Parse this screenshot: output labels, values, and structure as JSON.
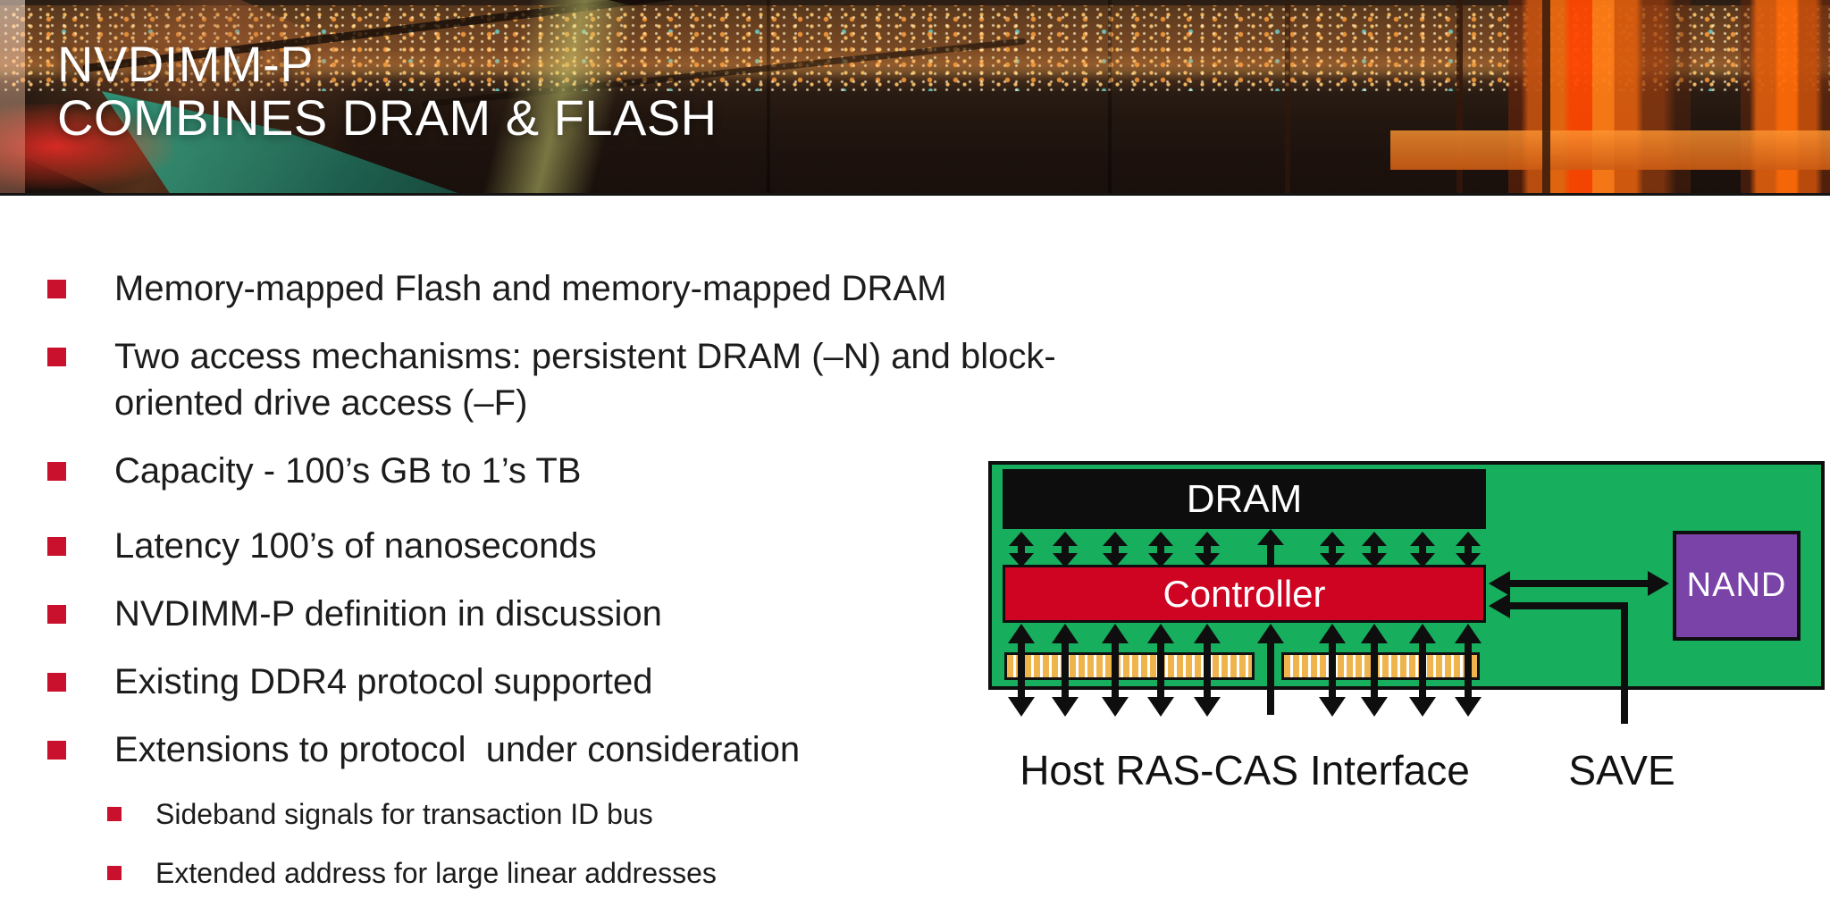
{
  "header": {
    "title_line1": "NVDIMM-P",
    "title_line2": "COMBINES DRAM & FLASH"
  },
  "bullets": [
    {
      "level": 1,
      "lines": [
        "Memory-mapped Flash and memory-mapped DRAM"
      ]
    },
    {
      "level": 1,
      "lines": [
        "Two access mechanisms: persistent DRAM (–N) and block-",
        "oriented drive access (–F)"
      ]
    },
    {
      "level": 1,
      "lines": [
        "Capacity - 100’s GB to 1’s TB"
      ]
    },
    {
      "level": 1,
      "lines": [
        "Latency 100’s of nanoseconds"
      ]
    },
    {
      "level": 1,
      "lines": [
        "NVDIMM-P definition in discussion"
      ]
    },
    {
      "level": 1,
      "lines": [
        "Existing DDR4 protocol supported"
      ]
    },
    {
      "level": 1,
      "lines": [
        "Extensions to protocol  under consideration"
      ]
    },
    {
      "level": 2,
      "lines": [
        "Sideband signals for transaction ID bus"
      ]
    },
    {
      "level": 2,
      "lines": [
        "Extended address for large linear addresses"
      ]
    }
  ],
  "diagram": {
    "dram_label": "DRAM",
    "controller_label": "Controller",
    "nand_label": "NAND",
    "host_interface_label": "Host RAS-CAS Interface",
    "save_label": "SAVE"
  },
  "colors": {
    "board_green": "#17ae5e",
    "controller_red": "#cf0322",
    "nand_purple": "#7a43a8",
    "pin_gold": "#f0b44c",
    "bullet_red": "#c9102d",
    "dram_black": "#0d0d0d"
  }
}
